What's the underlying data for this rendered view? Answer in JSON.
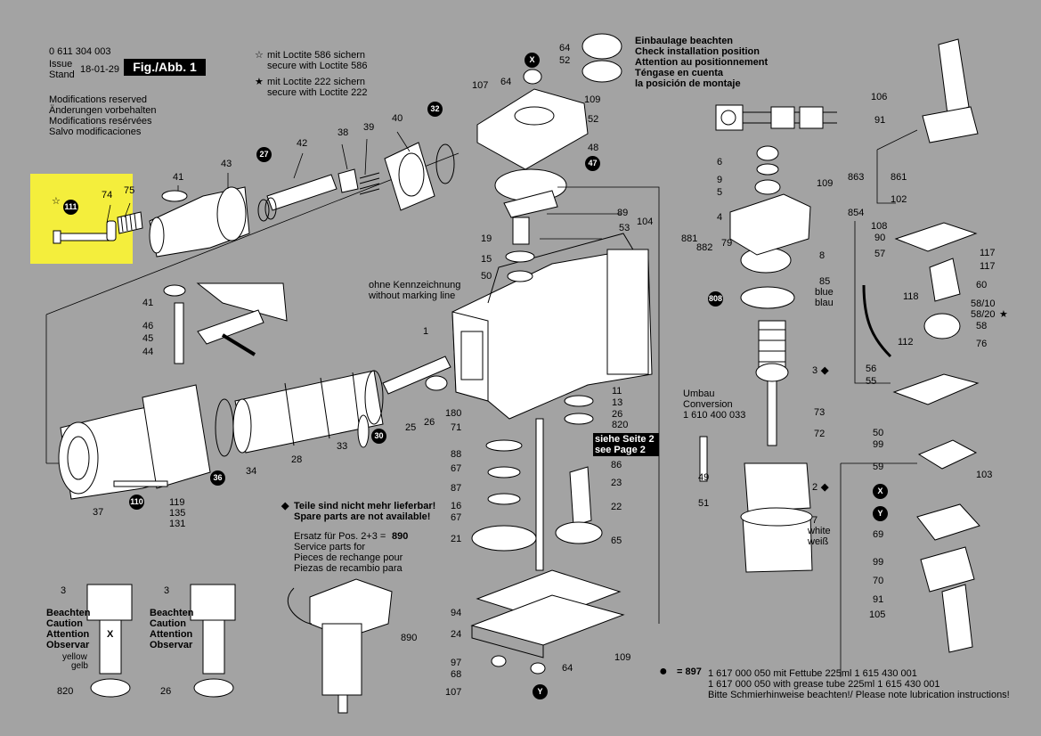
{
  "header": {
    "part_number": "0 611 304 003",
    "issue_label": "Issue",
    "stand_label": "Stand",
    "date": "18-01-29",
    "fig_label": "Fig./Abb. 1",
    "modifications": [
      "Modifications reserved",
      "Änderungen vorbehalten",
      "Modifications resérvées",
      "Salvo modificaciones"
    ]
  },
  "loctite": {
    "star_outline": "☆",
    "star_filled": "★",
    "l586": [
      "mit Loctite 586 sichern",
      "secure with Loctite 586"
    ],
    "l222": [
      "mit Loctite 222 sichern",
      "secure with Loctite 222"
    ]
  },
  "install_note": [
    "Einbaulage beachten",
    "Check installation position",
    "Attention au positionnement",
    "Téngase en cuenta",
    "la posición de montaje"
  ],
  "marking_note": [
    "ohne Kennzeichnung",
    "without marking line"
  ],
  "conversion": [
    "Umbau",
    "Conversion",
    "1 610 400 033"
  ],
  "see_page2": [
    "siehe Seite 2",
    "see Page 2"
  ],
  "spare_note": [
    "Teile sind nicht mehr lieferbar!",
    "Spare parts are not available!"
  ],
  "diamond": "◆",
  "service_parts": {
    "line1": "Ersatz für Pos. 2+3 =",
    "ref": "890",
    "lines": [
      "Service parts for",
      "Pieces de rechange pour",
      "Piezas de recambio para"
    ]
  },
  "caution": [
    "Beachten",
    "Caution",
    "Attention",
    "Observar"
  ],
  "caution_x": "X",
  "yellow": [
    "yellow",
    "gelb"
  ],
  "white": [
    "white",
    "weiß"
  ],
  "blue": [
    "blue",
    "blau"
  ],
  "grease": {
    "bullet": "●",
    "eq": "= 897",
    "line1": "1 617 000 050 mit Fettube 225ml 1 615 430 001",
    "line2": "1 617 000 050 with grease tube 225ml 1 615 430 001",
    "line3": "Bitte Schmierhinweise beachten!/ Please note lubrication instructions!"
  },
  "circled": {
    "c111": "111",
    "c32": "32",
    "c27": "27",
    "c47": "47",
    "cX": "X",
    "cY": "Y",
    "c808": "808",
    "c30": "30",
    "c36": "36",
    "c110": "110"
  },
  "labels": {
    "l74": "74",
    "l75": "75",
    "l41a": "41",
    "l43": "43",
    "l42": "42",
    "l38": "38",
    "l39": "39",
    "l40": "40",
    "l41b": "41",
    "l46": "46",
    "l45": "45",
    "l44": "44",
    "l37": "37",
    "l119": "119",
    "l135": "135",
    "l131": "131",
    "l34": "34",
    "l33": "33",
    "l28": "28",
    "l25": "25",
    "l26": "26",
    "l64a": "64",
    "l52a": "52",
    "l107a": "107",
    "l64b": "64",
    "l109a": "109",
    "l52b": "52",
    "l48": "48",
    "l89": "89",
    "l104": "104",
    "l53": "53",
    "l19": "19",
    "l15": "15",
    "l50": "50",
    "l1": "1",
    "l11": "11",
    "l13": "13",
    "l26b": "26",
    "l820": "820",
    "l180": "180",
    "l71": "71",
    "l88": "88",
    "l67": "67",
    "l87": "87",
    "l16": "16",
    "l67b": "67",
    "l21": "21",
    "l86": "86",
    "l23": "23",
    "l22": "22",
    "l65": "65",
    "l94": "94",
    "l24": "24",
    "l97": "97",
    "l68": "68",
    "l107b": "107",
    "l64c": "64",
    "l109b": "109",
    "l6": "6",
    "l9": "9",
    "l5": "5",
    "l109c": "109",
    "l4": "4",
    "l881": "881",
    "l882": "882",
    "l79": "79",
    "l8": "8",
    "l85": "85",
    "l3": "3",
    "l73": "73",
    "l72": "72",
    "l49": "49",
    "l2": "2",
    "l51": "51",
    "l7": "7",
    "l106": "106",
    "l91": "91",
    "l863": "863",
    "l861": "861",
    "l102": "102",
    "l854": "854",
    "l108": "108",
    "l90": "90",
    "l57": "57",
    "l117a": "117",
    "l117b": "117",
    "l60": "60",
    "l118": "118",
    "l5810": "58/10",
    "l5820": "58/20",
    "l58": "58",
    "l112": "112",
    "l76": "76",
    "l56": "56",
    "l55": "55",
    "l50b": "50",
    "l99": "99",
    "l59": "59",
    "l103": "103",
    "l69": "69",
    "l99b": "99",
    "l70": "70",
    "l91b": "91",
    "l105": "105",
    "l3b": "3",
    "l3c": "3",
    "l820b": "820",
    "l26c": "26",
    "l890": "890"
  },
  "colors": {
    "background": "#a3a3a3",
    "highlight": "#f4ee3c",
    "ink": "#000000"
  }
}
